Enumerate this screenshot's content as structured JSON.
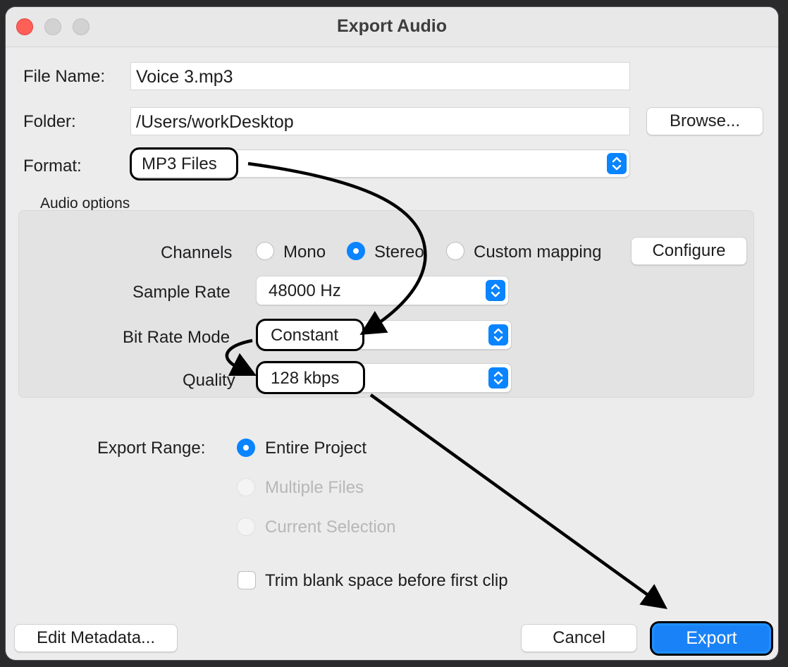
{
  "window": {
    "title": "Export Audio"
  },
  "file": {
    "name_label": "File Name:",
    "name_value": "Voice 3.mp3",
    "folder_label": "Folder:",
    "folder_value": "/Users/workDesktop",
    "browse_label": "Browse...",
    "format_label": "Format:",
    "format_value": "MP3 Files"
  },
  "audio_options": {
    "heading": "Audio options",
    "channels_label": "Channels",
    "channels": [
      {
        "label": "Mono",
        "selected": false
      },
      {
        "label": "Stereo",
        "selected": true
      },
      {
        "label": "Custom mapping",
        "selected": false
      }
    ],
    "configure_label": "Configure",
    "sample_rate_label": "Sample Rate",
    "sample_rate_value": "48000 Hz",
    "bit_rate_mode_label": "Bit Rate Mode",
    "bit_rate_mode_value": "Constant",
    "quality_label": "Quality",
    "quality_value": "128 kbps"
  },
  "export_range": {
    "label": "Export Range:",
    "options": [
      {
        "label": "Entire Project",
        "selected": true,
        "enabled": true
      },
      {
        "label": "Multiple Files",
        "selected": false,
        "enabled": false
      },
      {
        "label": "Current Selection",
        "selected": false,
        "enabled": false
      }
    ]
  },
  "trim": {
    "label": "Trim blank space before first clip",
    "checked": false
  },
  "footer": {
    "edit_metadata_label": "Edit Metadata...",
    "cancel_label": "Cancel",
    "export_label": "Export"
  },
  "colors": {
    "accent": "#0a84ff",
    "close_light": "#fe5f57",
    "annotation": "#000000"
  }
}
